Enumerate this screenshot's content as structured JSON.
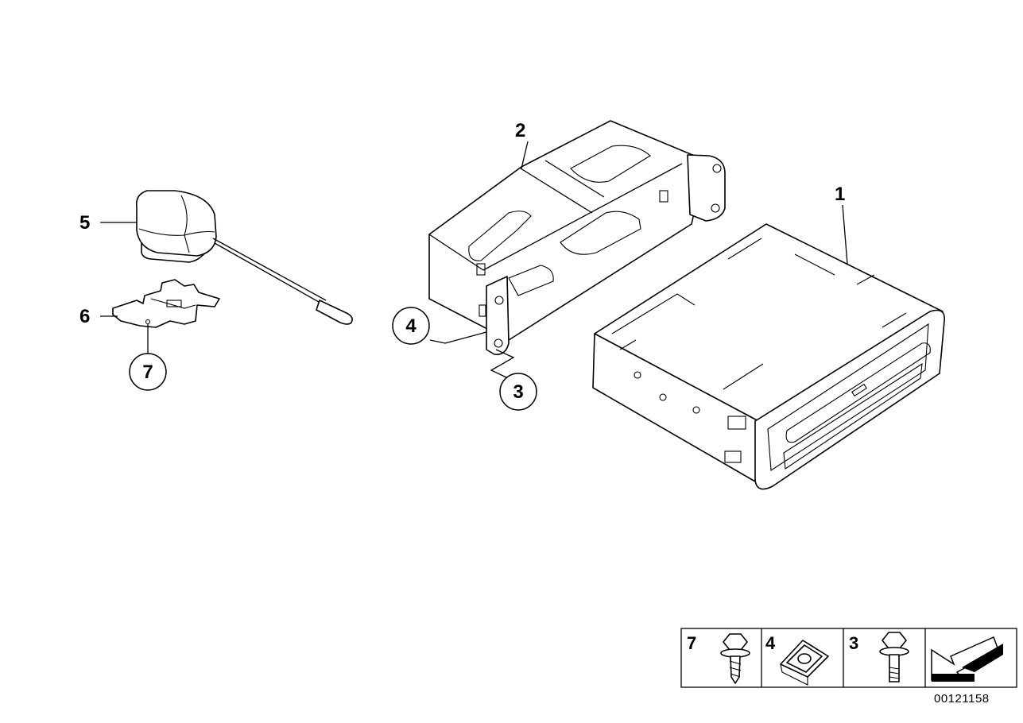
{
  "callouts": {
    "c1": "1",
    "c2": "2",
    "c3": "3",
    "c4": "4",
    "c5": "5",
    "c6": "6",
    "c7": "7"
  },
  "legend": {
    "items": [
      {
        "label": "7",
        "icon": "self-tapping-screw-icon"
      },
      {
        "label": "4",
        "icon": "clip-nut-icon"
      },
      {
        "label": "3",
        "icon": "hex-bolt-icon"
      },
      {
        "label": "",
        "icon": "installation-arrow-icon"
      }
    ]
  },
  "document_id": "00121158"
}
